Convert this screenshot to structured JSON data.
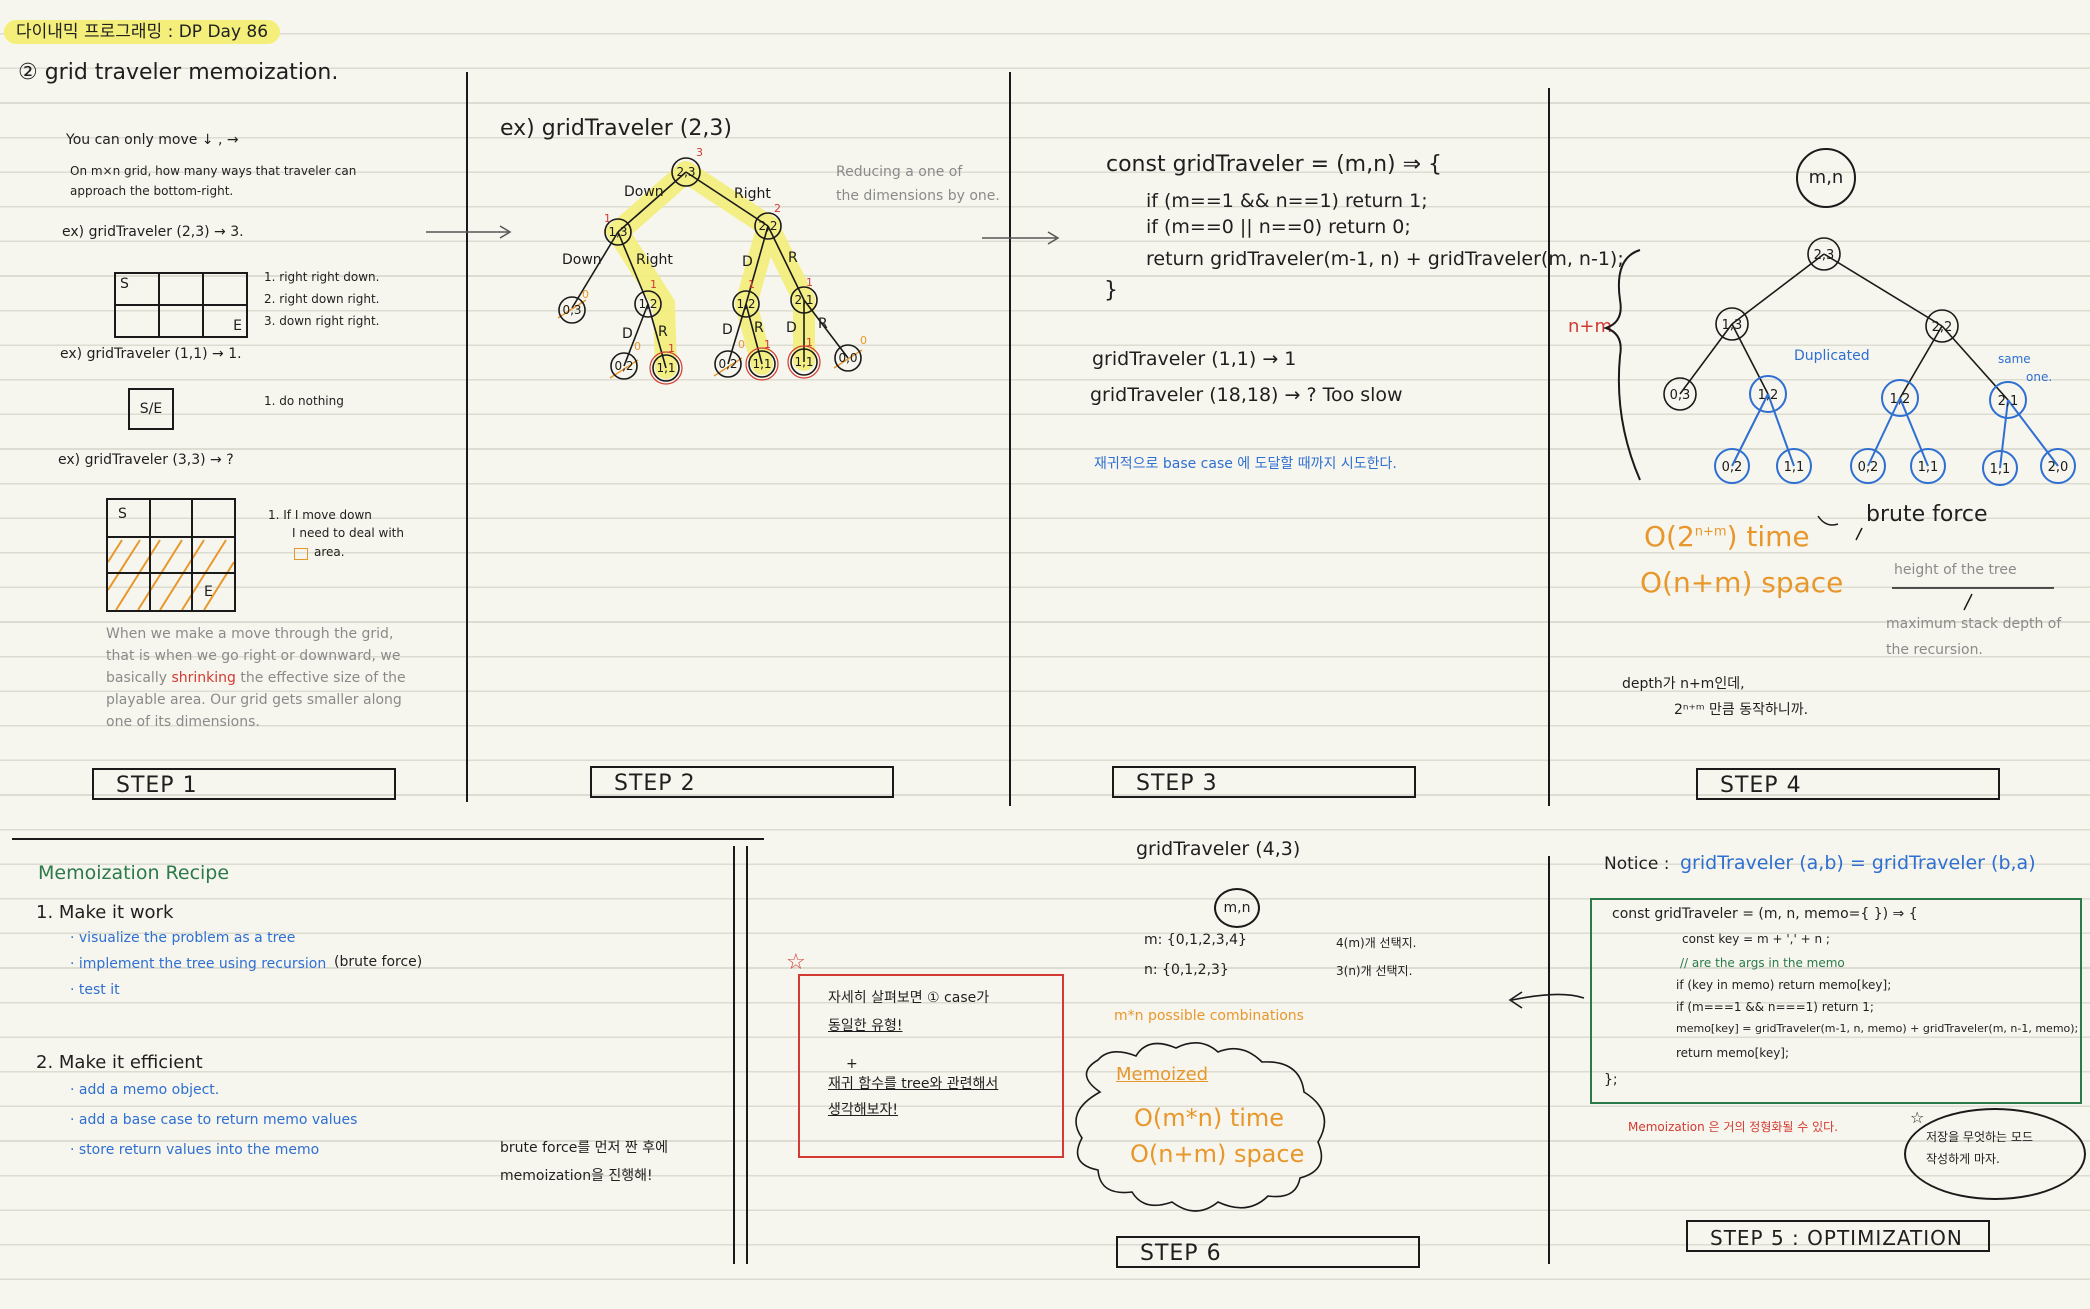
{
  "title": "다이내믹 프로그래밍 : DP    Day 86",
  "step1": {
    "heading": "② grid traveler memoization.",
    "rule1": "You can only move ↓ , →",
    "rule2a": "On m×n grid, how many ways that traveler can",
    "rule2b": "approach the bottom-right.",
    "ex1": "ex) gridTraveler (2,3) → 3.",
    "grid1_start": "S",
    "grid1_end": "E",
    "ex1_list": [
      "1. right right down.",
      "2. right down right.",
      "3. down right right."
    ],
    "ex2": "ex) gridTraveler (1,1) → 1.",
    "se": "S/E",
    "ex2_note": "1. do nothing",
    "ex3": "ex) gridTraveler (3,3) → ?",
    "grid3_start": "S",
    "grid3_end": "E",
    "ex3_note": [
      "1. If I move down",
      "I need to deal with",
      "area."
    ],
    "para": [
      "When we make a move through the grid,",
      "that is when we go right or downward, we",
      "basically",
      "shrinking",
      "the effective size of the",
      "playable area. Our grid gets smaller along",
      "one of its dimensions."
    ],
    "label": "STEP 1"
  },
  "step2": {
    "ex": "ex) gridTraveler (2,3)",
    "reducing": [
      "Reducing a one of",
      "the dimensions by one."
    ],
    "nodes": [
      "2,3",
      "1,3",
      "2,2",
      "0,3",
      "1,2",
      "1,2",
      "2,1",
      "0,2",
      "1,1",
      "0,2",
      "1,1",
      "1,1",
      "0,0"
    ],
    "edge_labels": [
      "Down",
      "Right",
      "Down",
      "Right",
      "D",
      "R",
      "D",
      "R",
      "D",
      "R",
      "D",
      "R"
    ],
    "counts": [
      "3",
      "1",
      "2",
      "0",
      "1",
      "1",
      "1",
      "0",
      "1",
      "0",
      "1",
      "1",
      "0"
    ],
    "label": "STEP 2"
  },
  "step3": {
    "code": [
      "const gridTraveler = (m,n) ⇒ {",
      "if (m==1 && n==1) return 1;",
      "if (m==0 || n==0) return 0;",
      "return gridTraveler(m-1, n) + gridTraveler(m, n-1);",
      "}"
    ],
    "call1": "gridTraveler (1,1) → 1",
    "call2": "gridTraveler (18,18) →  ?   Too slow",
    "korean": "재귀적으로 base case 에 도달할 때까지 시도한다.",
    "label": "STEP 3"
  },
  "step4": {
    "mn": "m,n",
    "nm": "n+m",
    "nodes": [
      "2,3",
      "1,3",
      "2,2",
      "0,3",
      "1,2",
      "1,2",
      "2,1",
      "0,2",
      "1,1",
      "0,2",
      "1,1",
      "1,1",
      "2,0"
    ],
    "duplicated": "Duplicated",
    "same_one": [
      "same",
      "one."
    ],
    "time": "O(2",
    "time_exp": "n+m",
    "time_suffix": ") time",
    "space": "O(n+m) space",
    "brute": "brute force",
    "height": "height of the tree",
    "maxstack": [
      "maximum stack depth of",
      "the recursion."
    ],
    "depth1": "depth가 n+m인데,",
    "depth2": "2ⁿ⁺ᵐ 만큼 동작하니까.",
    "label": "STEP 4"
  },
  "recipe": {
    "title": "Memoization Recipe",
    "s1": "1. Make it work",
    "s1_items": [
      "· visualize the problem as a tree",
      "· implement the tree using recursion",
      "· test it"
    ],
    "s1_paren": "(brute force)",
    "s2": "2. Make it efficient",
    "s2_items": [
      "· add a memo object.",
      "· add a base case to return memo values",
      "· store return values into the memo"
    ],
    "brute_note": [
      "brute force를 먼저 짠 후에",
      "memoization을 진행해!"
    ]
  },
  "redbox": {
    "line1": "자세히 살펴보면 ① case가",
    "line2": "동일한 유형!",
    "plus": "+",
    "line3": "재귀 함수를 tree와 관련해서",
    "line4": "생각해보자!"
  },
  "step6": {
    "call": "gridTraveler (4,3)",
    "mn": "m,n",
    "m_set": "m: {0,1,2,3,4}",
    "n_set": "n: {0,1,2,3}",
    "m_note": "4(m)개 선택지.",
    "n_note": "3(n)개 선택지.",
    "combos": "m*n possible combinations",
    "memoized": "Memoized",
    "time": "O(m*n) time",
    "space": "O(n+m) space",
    "label": "STEP 6"
  },
  "step5": {
    "notice_label": "Notice :",
    "notice_eq": "gridTraveler (a,b) = gridTraveler (b,a)",
    "code": [
      "const gridTraveler = (m, n, memo={ }) ⇒ {",
      "const key = m + ',' + n ;",
      "// are the args in the memo",
      "if (key in memo) return memo[key];",
      "if (m===1 && n===1) return 1;",
      "memo[key] = gridTraveler(m-1, n, memo) + gridTraveler(m, n-1, memo);",
      "return memo[key];",
      "};"
    ],
    "note_red": "Memoization 은 거의 정형화될 수 있다.",
    "note_cloud": [
      "저장을 무엇하는 모드",
      "작성하게 마자."
    ],
    "label": "STEP 5 : OPTIMIZATION"
  },
  "colors": {
    "yellow_highlight": "#f3ef7a",
    "blue": "#2e6fd1",
    "orange": "#e8972c",
    "red": "#d23a32",
    "green": "#2a7a4a"
  }
}
